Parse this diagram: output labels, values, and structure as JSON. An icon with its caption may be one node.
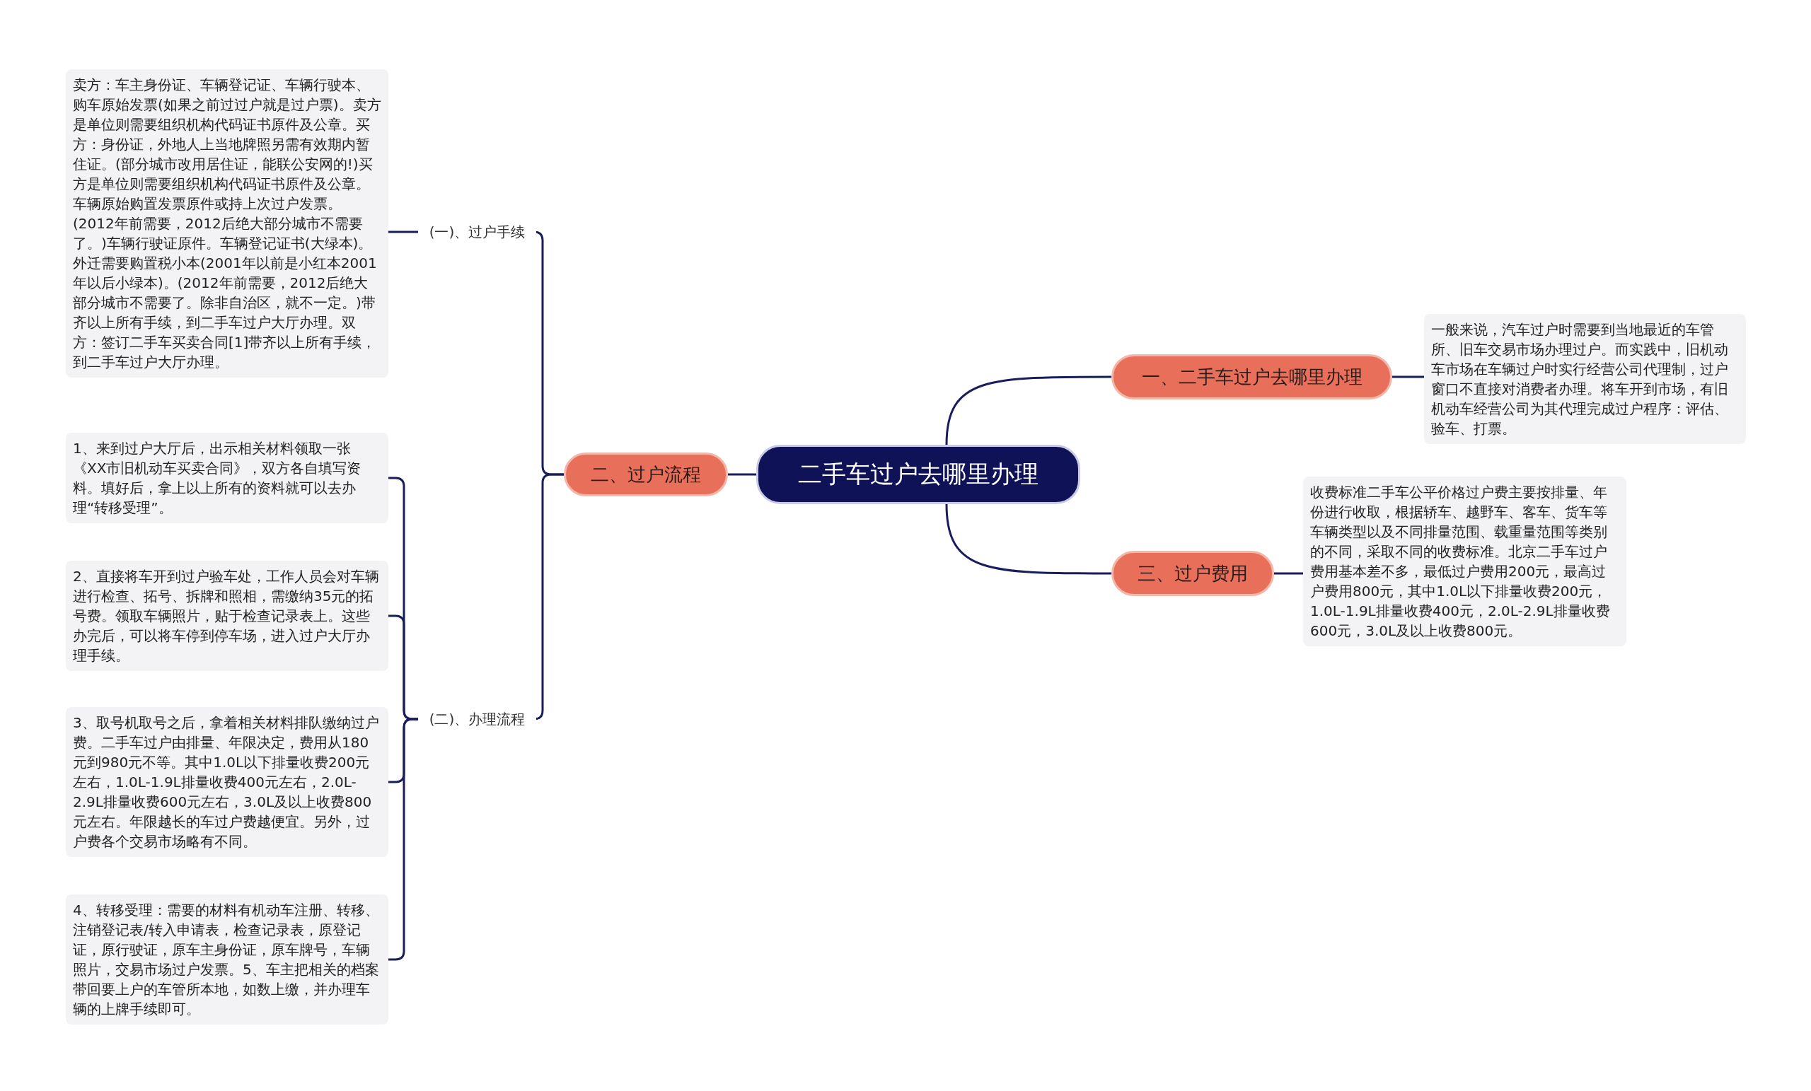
{
  "diagram": {
    "nodes": [
      {
        "text": [
          "二手车过户去哪里办理"
        ]
      },
      {
        "text": [
          "一、二手车过户去哪里办理"
        ]
      },
      {
        "text": [
          "一般来说，汽车过户时需要到当地最近的车管所、旧车交易市场办理过户。而实践中，旧机动车市场在车辆过户时实行经营公司代理制，过户窗口不直接对消费者办理。将车开到市场，有旧机动车经营公司为其代理完成过户程序：评估、验车、打票。"
        ]
      },
      {
        "text": [
          "二、过户流程"
        ]
      },
      {
        "text": [
          "(一)、过户手续"
        ]
      },
      {
        "text": [
          "卖方：车主身份证、车辆登记证、车辆行驶本、购车原始发票(如果之前过过户就是过户票)。卖方是单位则需要组织机构代码证书原件及公章。买方：身份证，外地人上当地牌照另需有效期内暂住证。(部分城市改用居住证，能联公安网的!)买方是单位则需要组织机构代码证书原件及公章。车辆原始购置发票原件或持上次过户发票。(2012年前需要，2012后绝大部分城市不需要了。)车辆行驶证原件。车辆登记证书(大绿本)。外迁需要购置税小本(2001年以前是小红本2001年以后小绿本)。(2012年前需要，2012后绝大部分城市不需要了。除非自治区，就不一定。)带齐以上所有手续，到二手车过户大厅办理。双方：签订二手车买卖合同[1]带齐以上所有手续，到二手车过户大厅办理。"
        ]
      },
      {
        "text": [
          "(二)、办理流程"
        ]
      },
      {
        "text": [
          "1、来到过户大厅后，出示相关材料领取一张《XX市旧机动车买卖合同》，双方各自填写资料。填好后，拿上以上所有的资料就可以去办理“转移受理”。"
        ]
      },
      {
        "text": [
          "2、直接将车开到过户验车处，工作人员会对车辆进行检查、拓号、拆牌和照相，需缴纳35元的拓号费。领取车辆照片，贴于检查记录表上。这些办完后，可以将车停到停车场，进入过户大厅办理手续。"
        ]
      },
      {
        "text": [
          "3、取号机取号之后，拿着相关材料排队缴纳过户费。二手车过户由排量、年限决定，费用从180元到980元不等。其中1.0L以下排量收费200元左右，1.0L-1.9L排量收费400元左右，2.0L-2.9L排量收费600元左右，3.0L及以上收费800元左右。年限越长的车过户费越便宜。另外，过户费各个交易市场略有不同。"
        ]
      },
      {
        "text": [
          "4、转移受理：需要的材料有机动车注册、转移、注销登记表/转入申请表，检查记录表，原登记证，原行驶证，原车主身份证，原车牌号，车辆照片，交易市场过户发票。5、车主把相关的档案带回要上户的车管所本地，如数上缴，并办理车辆的上牌手续即可。"
        ]
      },
      {
        "text": [
          "三、过户费用"
        ]
      },
      {
        "text": [
          "收费标准二手车公平价格过户费主要按排量、年份进行收取，根据轿车、越野车、客车、货车等车辆类型以及不同排量范围、载重量范围等类别的不同，采取不同的收费标准。北京二手车过户费用基本差不多，最低过户费用200元，最高过户费用800元，其中1.0L以下排量收费200元，1.0L-1.9L排量收费400元，2.0L-2.9L排量收费600元，3.0L及以上收费800元。"
        ]
      }
    ],
    "edges": [
      {
        "from": 0,
        "to": 1,
        "arrow": "none"
      },
      {
        "from": 1,
        "to": 2,
        "arrow": "none"
      },
      {
        "from": 0,
        "to": 3,
        "arrow": "none"
      },
      {
        "from": 3,
        "to": 4,
        "arrow": "none"
      },
      {
        "from": 4,
        "to": 5,
        "arrow": "none"
      },
      {
        "from": 3,
        "to": 6,
        "arrow": "none"
      },
      {
        "from": 6,
        "to": 7,
        "arrow": "none"
      },
      {
        "from": 6,
        "to": 8,
        "arrow": "none"
      },
      {
        "from": 6,
        "to": 9,
        "arrow": "none"
      },
      {
        "from": 6,
        "to": 10,
        "arrow": "none"
      },
      {
        "from": 0,
        "to": 11,
        "arrow": "none"
      },
      {
        "from": 11,
        "to": 12,
        "arrow": "none"
      }
    ]
  }
}
